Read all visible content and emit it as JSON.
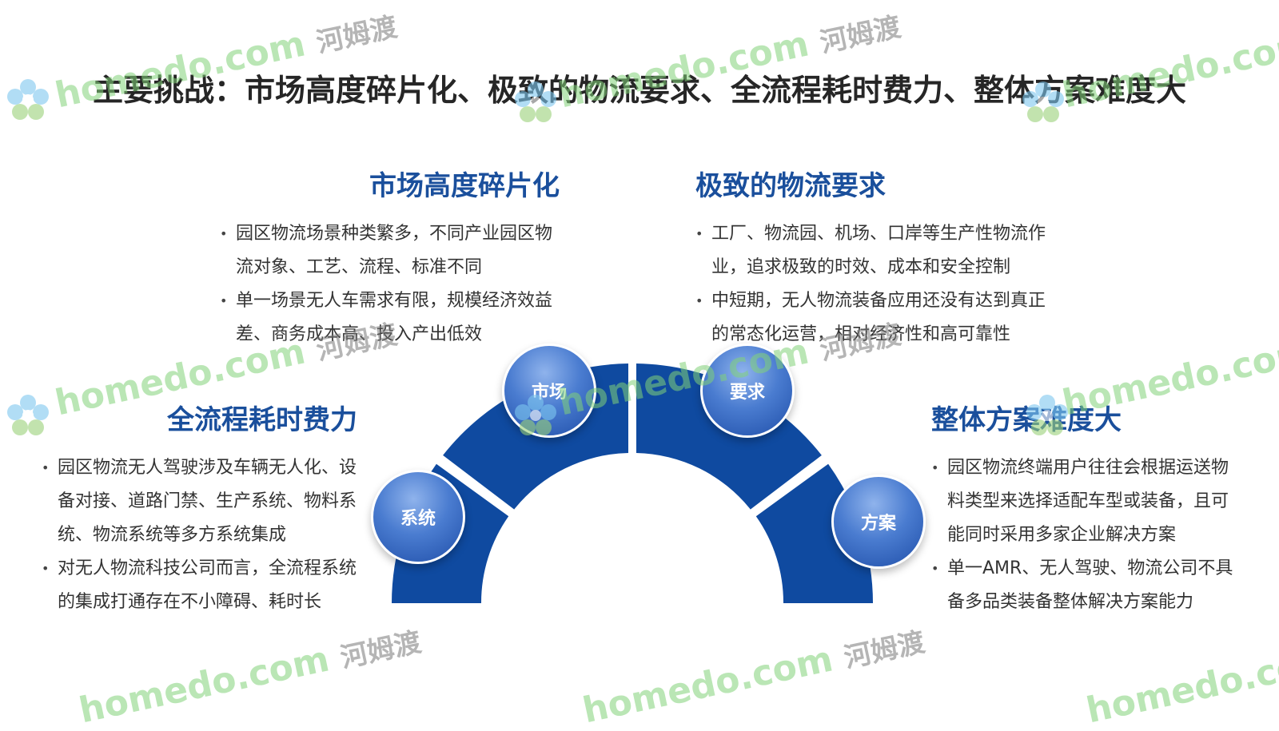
{
  "title": "主要挑战：市场高度碎片化、极致的物流要求、全流程耗时费力、整体方案难度大",
  "sections": {
    "market": {
      "heading": "市场高度碎片化",
      "bullets": [
        "园区物流场景种类繁多，不同产业园区物流对象、工艺、流程、标准不同",
        "单一场景无人车需求有限，规模经济效益差、商务成本高、投入产出低效"
      ]
    },
    "logistics": {
      "heading": "极致的物流要求",
      "bullets": [
        "工厂、物流园、机场、口岸等生产性物流作业，追求极致的时效、成本和安全控制",
        "中短期，无人物流装备应用还没有达到真正的常态化运营，相对经济性和高可靠性"
      ]
    },
    "process": {
      "heading": "全流程耗时费力",
      "bullets": [
        "园区物流无人驾驶涉及车辆无人化、设备对接、道路门禁、生产系统、物料系统、物流系统等多方系统集成",
        "对无人物流科技公司而言，全流程系统的集成打通存在不小障碍、耗时长"
      ]
    },
    "solution": {
      "heading": "整体方案难度大",
      "bullets": [
        "园区物流终端用户往往会根据运送物料类型来选择适配车型或装备，且可能同时采用多家企业解决方案",
        "单一AMR、无人驾驶、物流公司不具备多品类装备整体解决方案能力"
      ]
    }
  },
  "circles": {
    "market": "市场",
    "requirement": "要求",
    "system": "系统",
    "plan": "方案"
  },
  "colors": {
    "arc": "#0f4aa0",
    "heading": "#1a4f9c"
  },
  "watermark": {
    "text": "homedo.com",
    "cn": "河姆渡"
  }
}
